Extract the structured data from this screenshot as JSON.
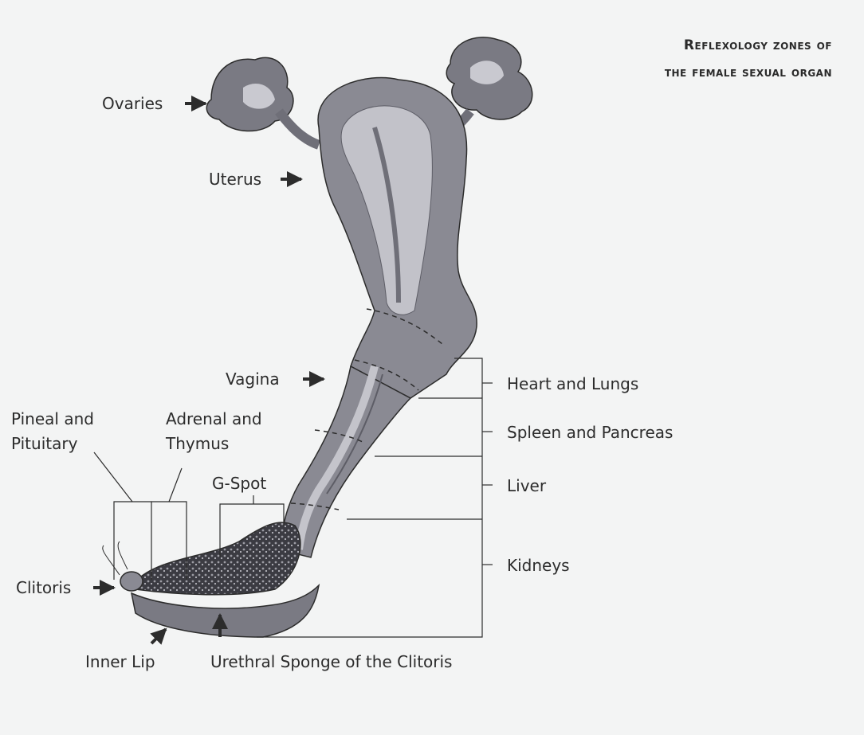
{
  "title": {
    "line1": "Reflexology zones of",
    "line2": "the female sexual organ"
  },
  "labels": {
    "ovaries": "Ovaries",
    "uterus": "Uterus",
    "vagina": "Vagina",
    "pineal_line1": "Pineal and",
    "pineal_line2": "Pituitary",
    "adrenal_line1": "Adrenal and",
    "adrenal_line2": "Thymus",
    "gspot": "G-Spot",
    "clitoris": "Clitoris",
    "inner_lip": "Inner Lip",
    "urethral_sponge": "Urethral Sponge of the Clitoris"
  },
  "zones": {
    "heart_lungs": "Heart and Lungs",
    "spleen_pancreas": "Spleen and Pancreas",
    "liver": "Liver",
    "kidneys": "Kidneys"
  },
  "colors": {
    "background": "#f3f4f4",
    "organ_dark": "#6f6f78",
    "organ_mid": "#9a9aa3",
    "organ_light": "#c4c4cb",
    "line": "#2c2c2c"
  }
}
